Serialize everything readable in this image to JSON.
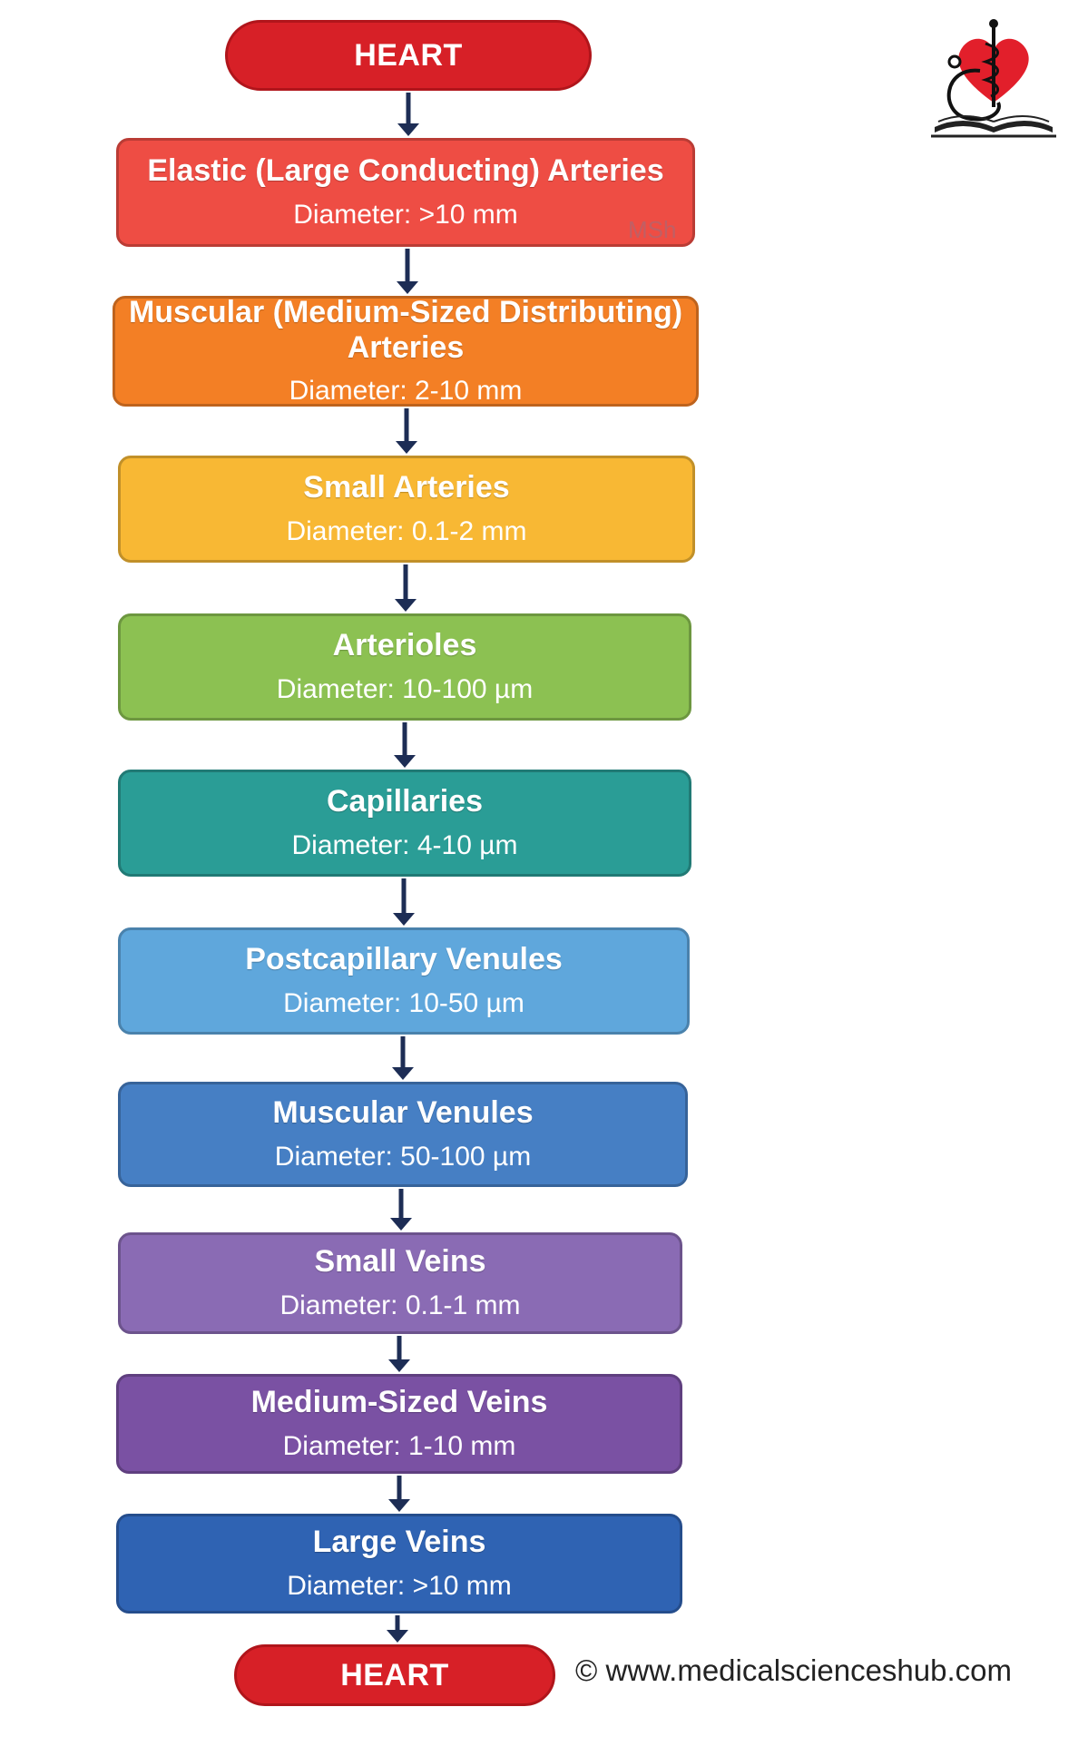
{
  "top_node": "HEART",
  "bottom_node": "HEART",
  "vessels": [
    {
      "name": "Elastic (Large Conducting) Arteries",
      "diameter": "Diameter: >10 mm",
      "color": "#ee4d44"
    },
    {
      "name": "Muscular (Medium-Sized Distributing) Arteries",
      "diameter": "Diameter: 2-10 mm",
      "color": "#f37f25"
    },
    {
      "name": "Small Arteries",
      "diameter": "Diameter: 0.1-2 mm",
      "color": "#f8b834"
    },
    {
      "name": "Arterioles",
      "diameter": "Diameter: 10-100 µm",
      "color": "#8cc152"
    },
    {
      "name": "Capillaries",
      "diameter": "Diameter: 4-10 µm",
      "color": "#2a9d96"
    },
    {
      "name": "Postcapillary Venules",
      "diameter": "Diameter: 10-50 µm",
      "color": "#5fa7dc"
    },
    {
      "name": "Muscular Venules",
      "diameter": "Diameter: 50-100 µm",
      "color": "#467fc4"
    },
    {
      "name": "Small Veins",
      "diameter": "Diameter: 0.1-1 mm",
      "color": "#8a6bb4"
    },
    {
      "name": "Medium-Sized Veins",
      "diameter": "Diameter: 1-10 mm",
      "color": "#7a51a3"
    },
    {
      "name": "Large Veins",
      "diameter": "Diameter: >10 mm",
      "color": "#2f63b3"
    }
  ],
  "watermark": "MSh",
  "copyright": "© www.medicalscienceshub.com",
  "arrow_color": "#1d2d55",
  "logo_icon": "heart-stethoscope-book-logo-icon"
}
